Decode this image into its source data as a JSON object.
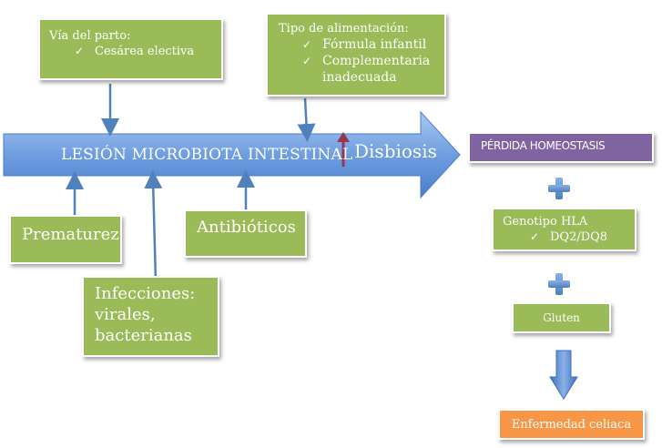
{
  "main_arrow": {
    "label": "LESIÓN MICROBIOTA INTESTINAL",
    "disbiosis": "Disbiosis"
  },
  "via_parto": {
    "title": "Vía del parto:",
    "items": [
      "Cesárea electiva"
    ]
  },
  "alimentacion": {
    "title": "Tipo de alimentación:",
    "items": [
      "Fórmula infantil",
      "Complementaria inadecuada"
    ]
  },
  "prematurez": {
    "label": "Prematurez"
  },
  "infecciones": {
    "label": "Infecciones: virales, bacterianas"
  },
  "antibioticos": {
    "label": "Antibióticos"
  },
  "perdida": {
    "label": "PÉRDIDA HOMEOSTASIS"
  },
  "genotipo": {
    "title": "Genotipo HLA",
    "items": [
      "DQ2/DQ8"
    ]
  },
  "gluten": {
    "label": "Gluten"
  },
  "enfermedad": {
    "label": "Enfermedad celiaca"
  },
  "colors": {
    "green_box": "#9bbb59",
    "blue_arrow": "#4f81bd",
    "purple_box": "#8064a2",
    "orange_box": "#f79646",
    "red_arrow": "#953553"
  }
}
